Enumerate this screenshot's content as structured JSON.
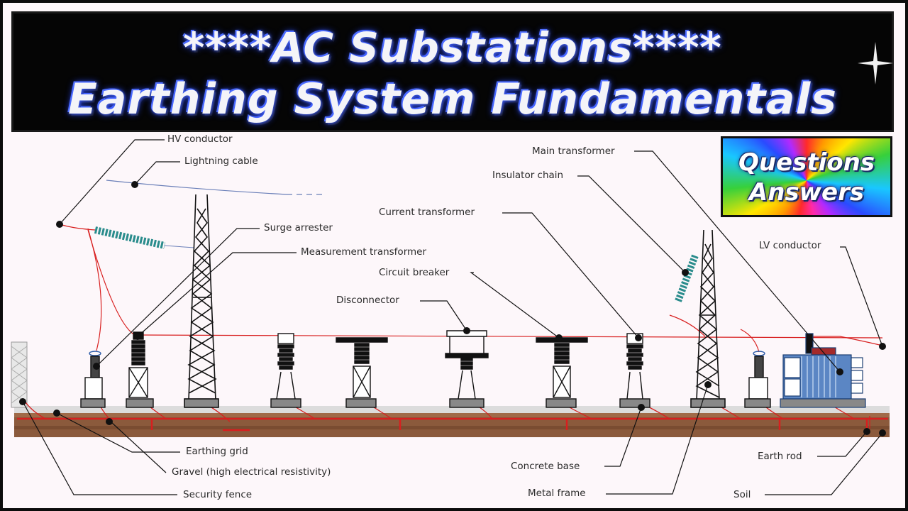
{
  "banner": {
    "line1": "****AC Substations****",
    "line2": "Earthing System Fundamentals"
  },
  "badge": {
    "line1": "Questions",
    "line2": "Answers"
  },
  "labels": {
    "hv_conductor": "HV conductor",
    "lightning_cable": "Lightning cable",
    "surge_arrester": "Surge arrester",
    "measurement_transformer": "Measurement transformer",
    "current_transformer": "Current transformer",
    "circuit_breaker": "Circuit breaker",
    "disconnector": "Disconnector",
    "main_transformer": "Main transformer",
    "insulator_chain": "Insulator chain",
    "lv_conductor": "LV conductor",
    "earthing_grid": "Earthing grid",
    "gravel": "Gravel (high electrical resistivity)",
    "security_fence": "Security fence",
    "concrete_base": "Concrete base",
    "metal_frame": "Metal frame",
    "earth_rod": "Earth rod",
    "soil": "Soil"
  },
  "colors": {
    "banner_bg": "#050505",
    "title_glow": "#2a48ff",
    "earth_wire": "#d81f1f",
    "soil": "#8b5a3c",
    "gravel": "#d9d9d9",
    "insulator": "#2a8c8c",
    "transformer": "#3f6fb0"
  }
}
